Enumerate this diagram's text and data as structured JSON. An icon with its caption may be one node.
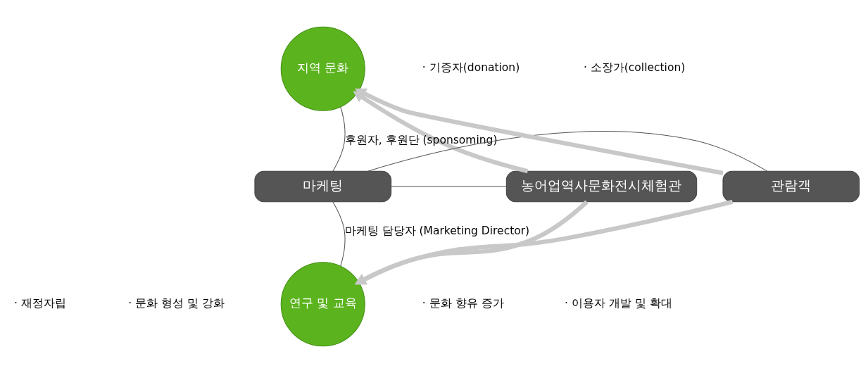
{
  "diagram": {
    "nodes": [
      {
        "text": [
          "지역 문화"
        ]
      },
      {
        "text": [
          "농어업역사문화전시체험관"
        ]
      },
      {
        "text": [
          "마케팅"
        ]
      },
      {
        "text": [
          "관람객"
        ]
      },
      {
        "text": [
          "연구 및 교육"
        ]
      }
    ],
    "edges": [
      {
        "from": 1,
        "to": 0,
        "arrow": "to",
        "style": "thick"
      },
      {
        "from": 3,
        "to": 0,
        "arrow": "to",
        "style": "thick"
      },
      {
        "from": 2,
        "to": 0,
        "arrow": "none",
        "label": "후원자, 후원단 (sponsoming)",
        "color": "#555555"
      },
      {
        "from": 1,
        "to": 2,
        "arrow": "none",
        "color": "#555555"
      },
      {
        "from": 2,
        "to": 3,
        "arrow": "none",
        "color": "#555555"
      },
      {
        "from": 2,
        "to": 4,
        "arrow": "none",
        "label": "마케팅 담당자 (Marketing Director)",
        "color": "#555555"
      },
      {
        "from": 1,
        "to": 4,
        "arrow": "to",
        "style": "thick"
      },
      {
        "from": 3,
        "to": 4,
        "arrow": "to",
        "style": "thick"
      }
    ],
    "labels": [
      "· 기증자(donation)",
      "· 소장가(collection)",
      "· 재정자립",
      "· 문화 형성 및 강화",
      "· 문화 향유 증가",
      "· 이용자 개발 및 확대"
    ]
  }
}
